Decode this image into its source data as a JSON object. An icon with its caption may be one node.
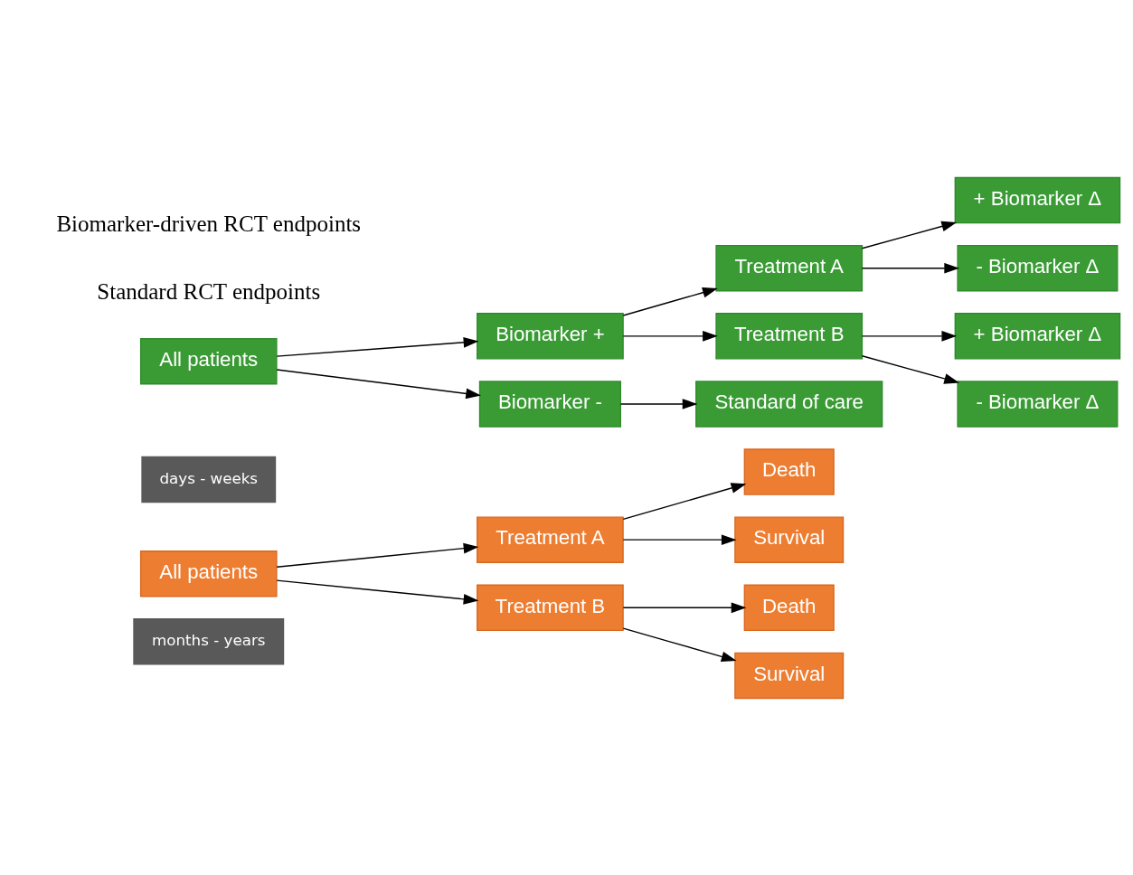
{
  "diagram": {
    "nodes": [
      {
        "text": [
          "months - years"
        ]
      },
      {
        "text": [
          "All patients"
        ]
      },
      {
        "text": [
          "Treatment A"
        ]
      },
      {
        "text": [
          "Treatment B"
        ]
      },
      {
        "text": [
          "Death"
        ]
      },
      {
        "text": [
          "Survival"
        ]
      },
      {
        "text": [
          "Death"
        ]
      },
      {
        "text": [
          "Survival"
        ]
      },
      {
        "text": [
          "days - weeks"
        ]
      },
      {
        "text": [
          "All patients"
        ]
      },
      {
        "text": [
          "Biomarker +"
        ]
      },
      {
        "text": [
          "Biomarker -"
        ]
      },
      {
        "text": [
          "Treatment A"
        ]
      },
      {
        "text": [
          "Treatment B"
        ]
      },
      {
        "text": [
          "Standard of care"
        ]
      },
      {
        "text": [
          "+ Biomarker Δ"
        ]
      },
      {
        "text": [
          "- Biomarker Δ"
        ]
      },
      {
        "text": [
          "+ Biomarker Δ"
        ]
      },
      {
        "text": [
          "- Biomarker Δ"
        ]
      }
    ],
    "edges": [
      {
        "from": 1,
        "to": 2,
        "arrow": "to"
      },
      {
        "from": 1,
        "to": 3,
        "arrow": "to"
      },
      {
        "from": 2,
        "to": 4,
        "arrow": "to"
      },
      {
        "from": 2,
        "to": 5,
        "arrow": "to"
      },
      {
        "from": 3,
        "to": 6,
        "arrow": "to"
      },
      {
        "from": 3,
        "to": 7,
        "arrow": "to"
      },
      {
        "from": 9,
        "to": 10,
        "arrow": "to"
      },
      {
        "from": 9,
        "to": 11,
        "arrow": "to"
      },
      {
        "from": 10,
        "to": 12,
        "arrow": "to"
      },
      {
        "from": 10,
        "to": 13,
        "arrow": "to"
      },
      {
        "from": 11,
        "to": 14,
        "arrow": "to"
      },
      {
        "from": 12,
        "to": 15,
        "arrow": "to"
      },
      {
        "from": 12,
        "to": 16,
        "arrow": "to"
      },
      {
        "from": 13,
        "to": 17,
        "arrow": "to"
      },
      {
        "from": 13,
        "to": 18,
        "arrow": "to"
      }
    ],
    "labels": [
      "Standard RCT endpoints",
      "Biomarker-driven RCT endpoints"
    ]
  }
}
